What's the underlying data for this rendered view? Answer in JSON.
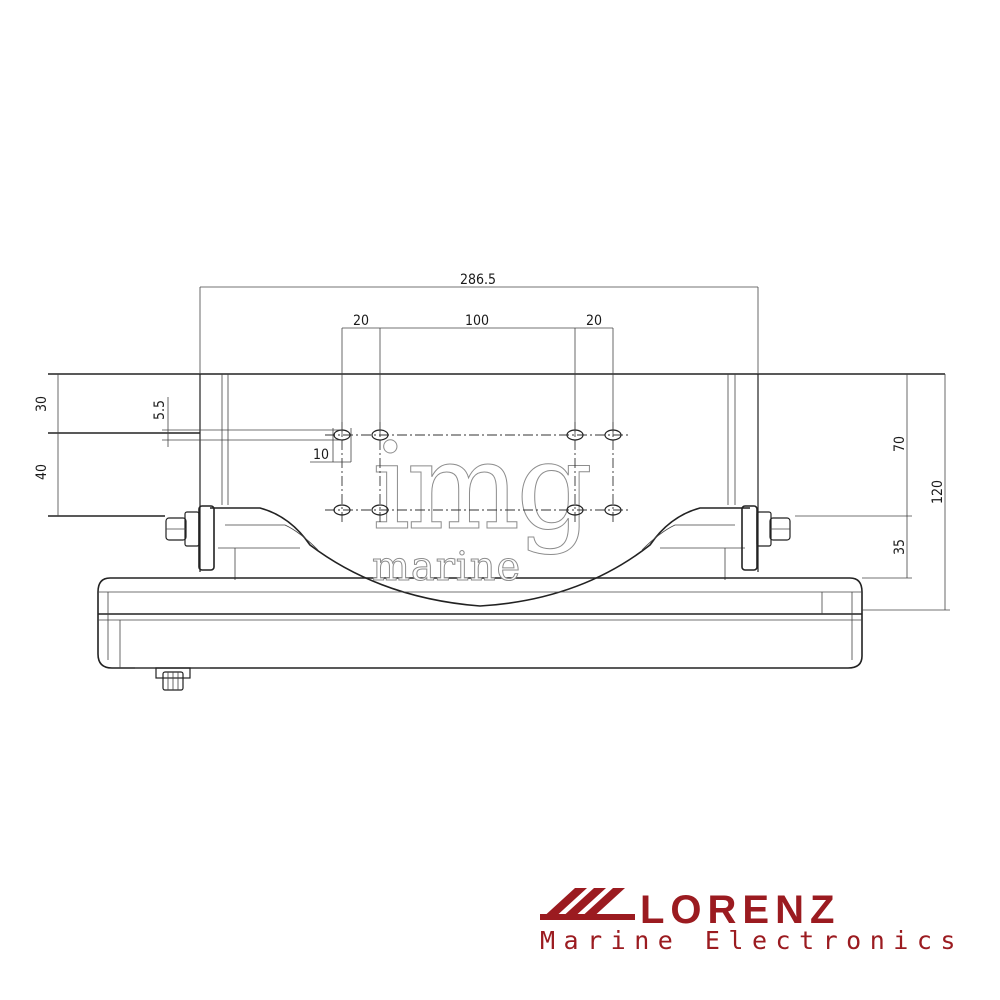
{
  "drawing": {
    "dimensions": {
      "overall_width": "286.5",
      "hole_offset_left": "20",
      "hole_spacing": "100",
      "hole_offset_right": "20",
      "top_to_upper_holes": "30",
      "upper_to_lower_holes": "40",
      "hole_diameter": "5.5",
      "slot_length": "10",
      "bracket_height": "70",
      "knob_to_base": "35",
      "overall_height": "120"
    }
  },
  "watermark": {
    "line1": "img",
    "line2": "marine"
  },
  "brand": {
    "name": "LORENZ",
    "tagline": "Marine Electronics",
    "color": "#9b1b20"
  }
}
